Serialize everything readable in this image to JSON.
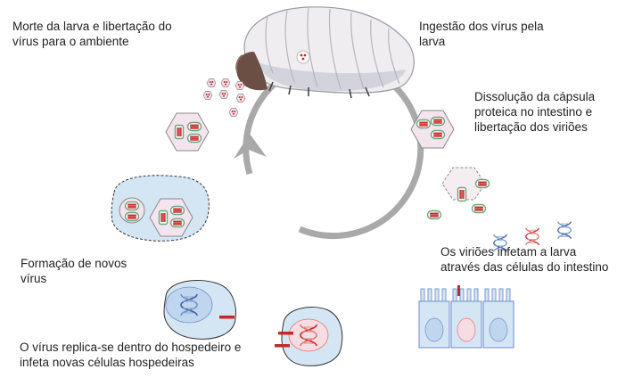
{
  "labels": {
    "death": "Morte da larva e libertação do\nvírus para o ambiente",
    "ingestion": "Ingestão dos vírus pela\nlarva",
    "dissolution": "Dissolução da cápsula\nproteica no intestino e\nlibertação dos viriões",
    "infection": "Os viriões infetam a larva\natravés das células do intestino",
    "formation": "Formação de novos\nvírus",
    "replication": "O vírus replica-se dentro do hospedeiro e\ninfeta novas células hospedeiras"
  },
  "colors": {
    "cycle_arrow": "#a9a9a9",
    "virion": "#c62828",
    "capsule_fill": "#f3e4ee",
    "cell_fill": "#d4e6f4",
    "larva_head": "#6b4f45"
  },
  "icons": [
    "larva-icon",
    "cycle-arrow-icon",
    "virus-capsule-icon",
    "virion-icon",
    "infected-cell-icon",
    "gut-cells-icon"
  ]
}
